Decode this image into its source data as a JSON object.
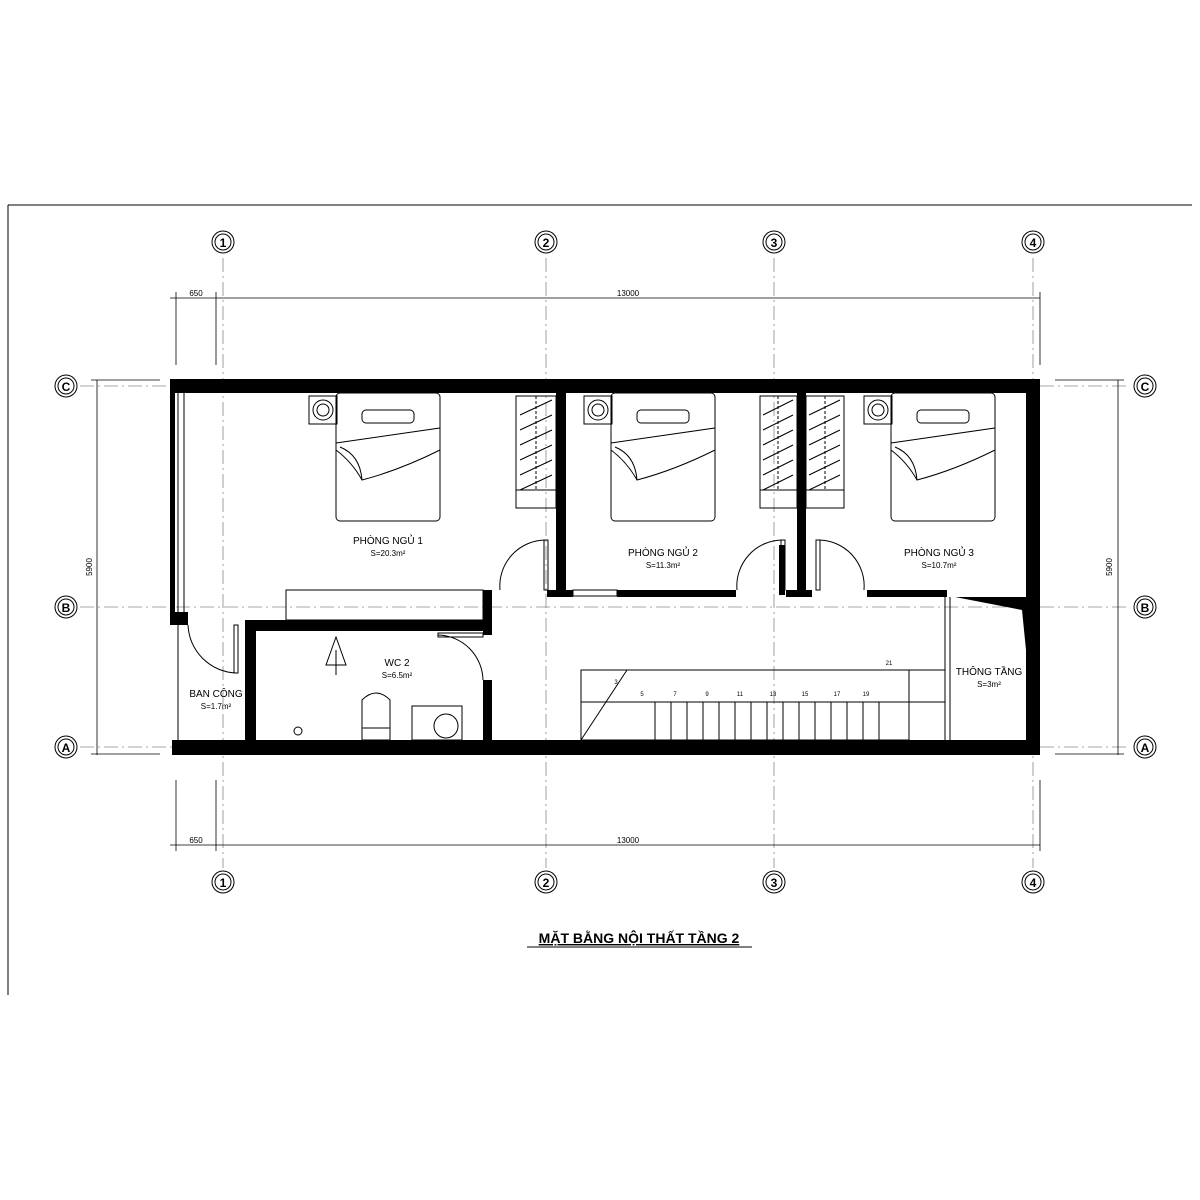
{
  "grid_labels": {
    "columns": [
      "1",
      "2",
      "3",
      "4"
    ],
    "rows": [
      "C",
      "B",
      "A"
    ]
  },
  "dimensions": {
    "top_left": "650",
    "top_main": "13000",
    "bottom_left": "650",
    "bottom_main": "13000",
    "left_height": "5900",
    "right_height": "5900"
  },
  "rooms": [
    {
      "name": "PHÒNG NGỦ 1",
      "area": "S=20.3m²"
    },
    {
      "name": "PHÒNG NGỦ 2",
      "area": "S=11.3m²"
    },
    {
      "name": "PHÒNG NGỦ 3",
      "area": "S=10.7m²"
    },
    {
      "name": "WC 2",
      "area": "S=6.5m²"
    },
    {
      "name": "BAN CÔNG",
      "area": "S=1.7m²"
    },
    {
      "name": "THÔNG TẦNG",
      "area": "S=3m²"
    }
  ],
  "stair_numbers": [
    "3",
    "5",
    "7",
    "9",
    "11",
    "13",
    "15",
    "17",
    "19",
    "21"
  ],
  "title": "MẶT BẰNG NỘI THẤT TẦNG 2"
}
